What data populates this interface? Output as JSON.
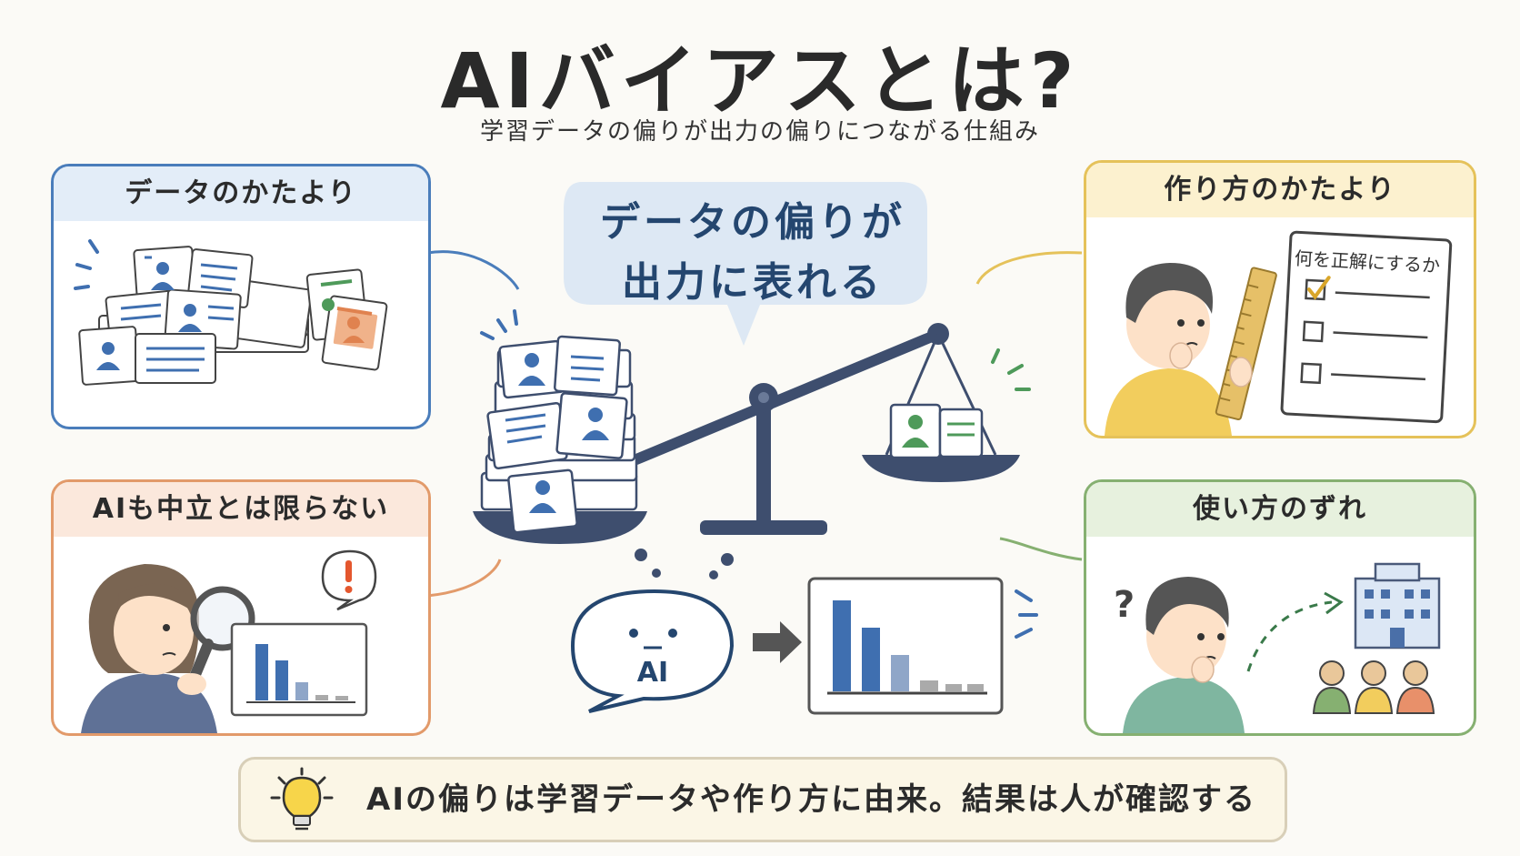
{
  "title": "AIバイアスとは?",
  "subtitle": "学習データの偏りが出力の偏りにつながる仕組み",
  "center": {
    "bubble_line1": "データの偏りが",
    "bubble_line2": "出力に表れる",
    "ai_label": "AI"
  },
  "panels": {
    "data_bias": {
      "heading": "データのかたより"
    },
    "neutral": {
      "heading": "AIも中立とは限らない"
    },
    "making_bias": {
      "heading": "作り方のかたより",
      "checklist_title": "何を正解にするか"
    },
    "usage_gap": {
      "heading": "使い方のずれ"
    }
  },
  "footer": {
    "text": "AIの偏りは学習データや作り方に由来。結果は人が確認する"
  },
  "colors": {
    "blue": "#4a7dbb",
    "orange": "#e29a6a",
    "yellow": "#e5c25a",
    "green": "#86b071",
    "navy": "#3e4e6e"
  },
  "icons": [
    "lightbulb-icon",
    "magnifier-icon",
    "exclamation-icon",
    "question-icon",
    "arrow-right-icon",
    "building-icon",
    "ruler-icon",
    "checkbox-icon"
  ]
}
